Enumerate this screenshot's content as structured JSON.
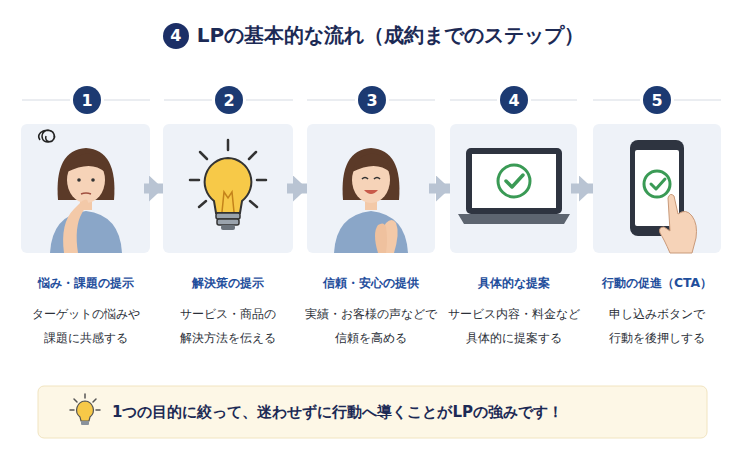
{
  "diagram": {
    "title": "LPの基本的な流れ（成約までのステップ）",
    "nodes": [
      {
        "text": [
          "悩み・課題の提示",
          "ターゲットの悩みや 課題に共感する"
        ]
      },
      {
        "text": [
          "解決策の提示",
          "サービス・商品の 解決方法を伝える"
        ]
      },
      {
        "text": [
          "信頼・安心の提供",
          "実績・お客様の声などで 信頼を高める"
        ]
      },
      {
        "text": [
          "具体的な提案",
          "サービス内容・料金など 具体的に提案する"
        ]
      },
      {
        "text": [
          "行動の促進（CTA）",
          "申し込みボタンで 行動を後押しする"
        ]
      },
      {
        "text": [
          "1つの目的に絞って、迷わせずに行動へ導くことがLPの強みです！"
        ]
      }
    ],
    "edges": [
      {
        "from": 0,
        "to": 1,
        "arrow": "to"
      },
      {
        "from": 1,
        "to": 2,
        "arrow": "to"
      },
      {
        "from": 2,
        "to": 3,
        "arrow": "to"
      },
      {
        "from": 3,
        "to": 4,
        "arrow": "to"
      }
    ],
    "labels": [
      "4",
      "1",
      "2",
      "3",
      "4",
      "5"
    ]
  }
}
